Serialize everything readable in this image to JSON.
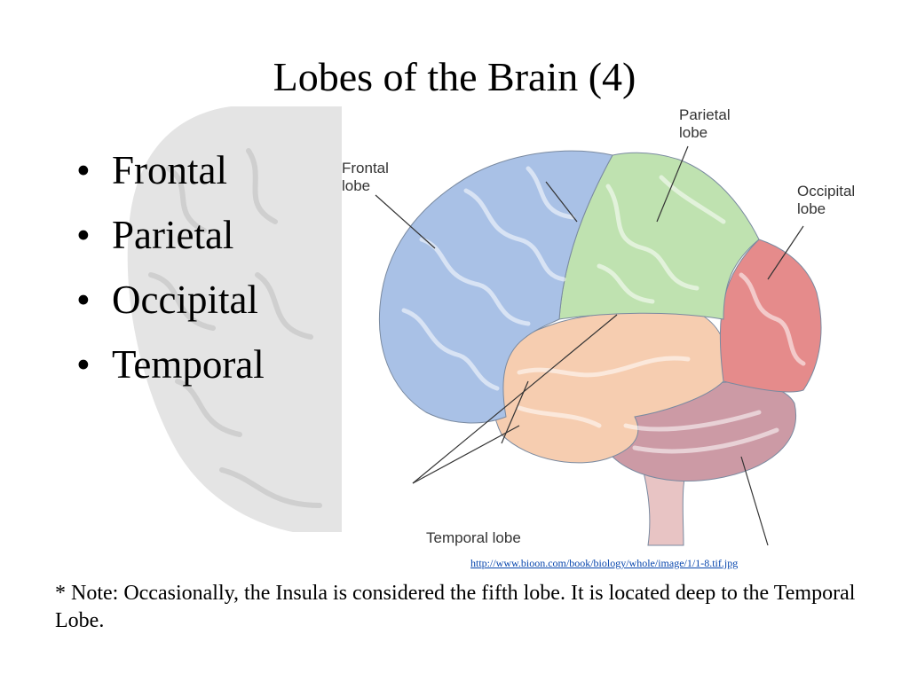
{
  "slide": {
    "title": "Lobes of the Brain (4)",
    "bullets": [
      "Frontal",
      "Parietal",
      "Occipital",
      "Temporal"
    ],
    "bullet_glyph": "•"
  },
  "diagram": {
    "labels": {
      "frontal": "Frontal\nlobe",
      "parietal": "Parietal\nlobe",
      "occipital": "Occipital\nlobe",
      "temporal": "Temporal lobe"
    },
    "colors": {
      "frontal": "#a9c1e6",
      "parietal": "#bfe2b0",
      "occipital": "#e58b8b",
      "temporal": "#f6cdb0",
      "cerebellum": "#cc9aa5",
      "brainstem": "#e8c4c4"
    }
  },
  "source_link": "http://www.bioon.com/book/biology/whole/image/1/1-8.tif.jpg",
  "note": "*  Note:  Occasionally, the Insula is considered the fifth lobe.  It is located deep to the Temporal Lobe."
}
